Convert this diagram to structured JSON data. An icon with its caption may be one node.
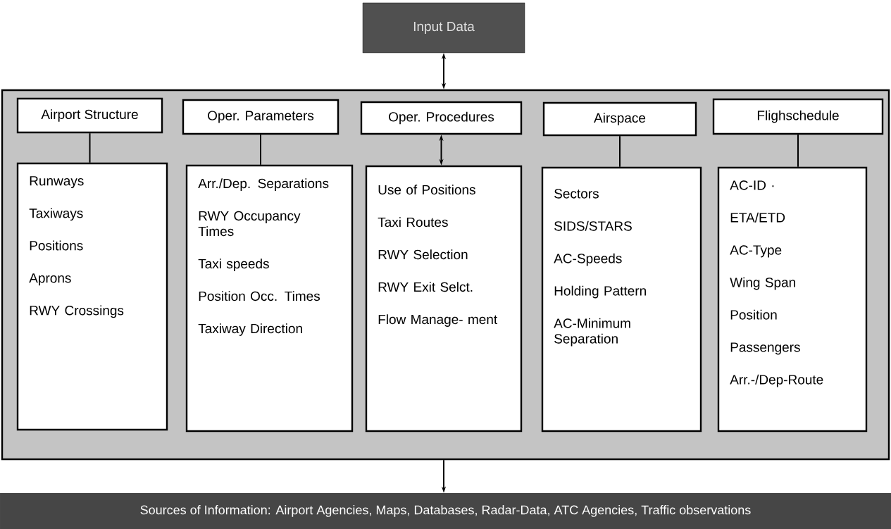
{
  "diagram": {
    "nodes": [
      {
        "text": [
          "Input Data"
        ]
      },
      {
        "text": [],
        "shape": "box"
      },
      {
        "text": [
          "Airport Structure"
        ],
        "in": 1
      },
      {
        "text": [
          "Oper. Parameters"
        ],
        "in": 1
      },
      {
        "text": [
          "Oper. Procedures"
        ],
        "in": 1
      },
      {
        "text": [
          "Airspace"
        ],
        "in": 1
      },
      {
        "text": [
          "Flighschedule"
        ],
        "in": 1
      },
      {
        "text": [
          "Runways",
          "Taxiways",
          "Positions",
          "Aprons",
          "RWY Crossings"
        ],
        "in": 1
      },
      {
        "text": [
          "Arr./Dep. Separations",
          "RWY Occupancy Times",
          "Taxi speeds",
          "Position Occ. Times",
          "Taxiway Direction"
        ],
        "in": 1
      },
      {
        "text": [
          "Use of Positions",
          "Taxi Routes",
          "RWY Selection",
          "RWY Exit Selct.",
          "Flow Manage- ment"
        ],
        "in": 1
      },
      {
        "text": [
          "Sectors",
          "SIDS/STARS",
          "AC-Speeds",
          "Holding Pattern",
          "AC-Minimum Separation"
        ],
        "in": 1
      },
      {
        "text": [
          "AC-ID ·",
          "ETA/ETD",
          "AC-Type",
          "Wing Span",
          "Position",
          "Passengers",
          "Arr.-/Dep-Route"
        ],
        "in": 1
      },
      {
        "text": [
          "Sources of Information: Airport Agencies, Maps, Databases, Radar-Data, ATC Agencies, Traffic observations"
        ]
      }
    ],
    "edges": [
      {
        "from": 0,
        "to": 1,
        "arrow": "both"
      },
      {
        "from": 2,
        "to": 7,
        "arrow": "none"
      },
      {
        "from": 3,
        "to": 8,
        "arrow": "none"
      },
      {
        "from": 4,
        "to": 9,
        "arrow": "both"
      },
      {
        "from": 5,
        "to": 10,
        "arrow": "none"
      },
      {
        "from": 6,
        "to": 11,
        "arrow": "none"
      },
      {
        "from": 1,
        "to": 12,
        "arrow": "to"
      }
    ]
  }
}
